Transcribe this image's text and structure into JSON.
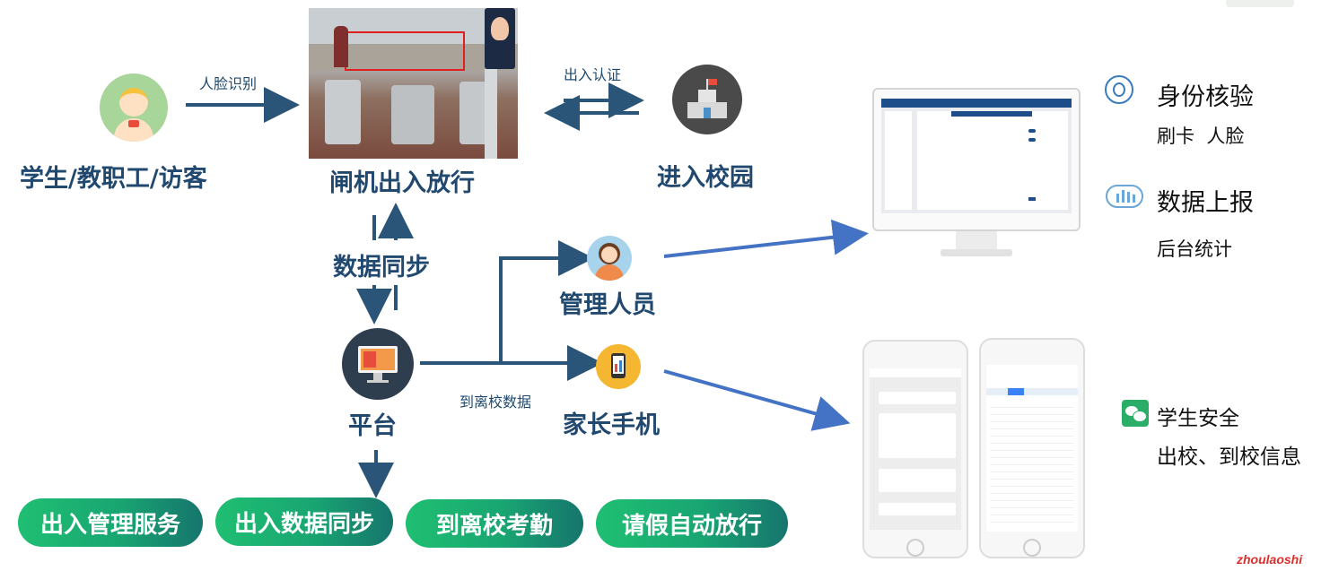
{
  "flow": {
    "users_label": "学生/教职工/访客",
    "face_rec_label": "人脸识别",
    "gate_label": "闸机出入放行",
    "auth_label": "出入认证",
    "campus_label": "进入校园",
    "sync_label": "数据同步",
    "admin_label": "管理人员",
    "platform_label": "平台",
    "arrival_data_label": "到离校数据",
    "parent_label": "家长手机"
  },
  "features": [
    {
      "title": "身份核验",
      "desc": "刷卡  人脸",
      "icon": "face-id-icon"
    },
    {
      "title": "数据上报",
      "desc": "后台统计",
      "icon": "cloud-chart-icon"
    },
    {
      "title": "学生安全",
      "desc": "出校、到校信息",
      "icon": "wechat-icon"
    }
  ],
  "services": [
    {
      "label": "出入管理服务"
    },
    {
      "label": "出入数据同步"
    },
    {
      "label": "到离校考勤"
    },
    {
      "label": "请假自动放行"
    }
  ],
  "watermark": "zhoulaoshi",
  "colors": {
    "accent_blue": "#21486f",
    "arrow_blue": "#4472c4",
    "pill_green": "#1fbf72",
    "wechat_green": "#2aae67"
  }
}
